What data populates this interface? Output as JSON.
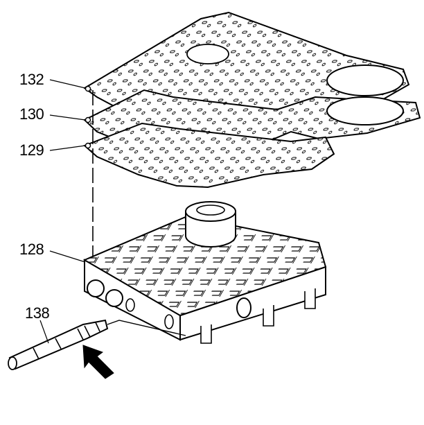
{
  "callouts": {
    "spacer_plate_gasket_top": "132",
    "spacer_plate": "130",
    "spacer_plate_gasket_bottom": "129",
    "valve_body": "128",
    "tube_fitting": "138"
  }
}
